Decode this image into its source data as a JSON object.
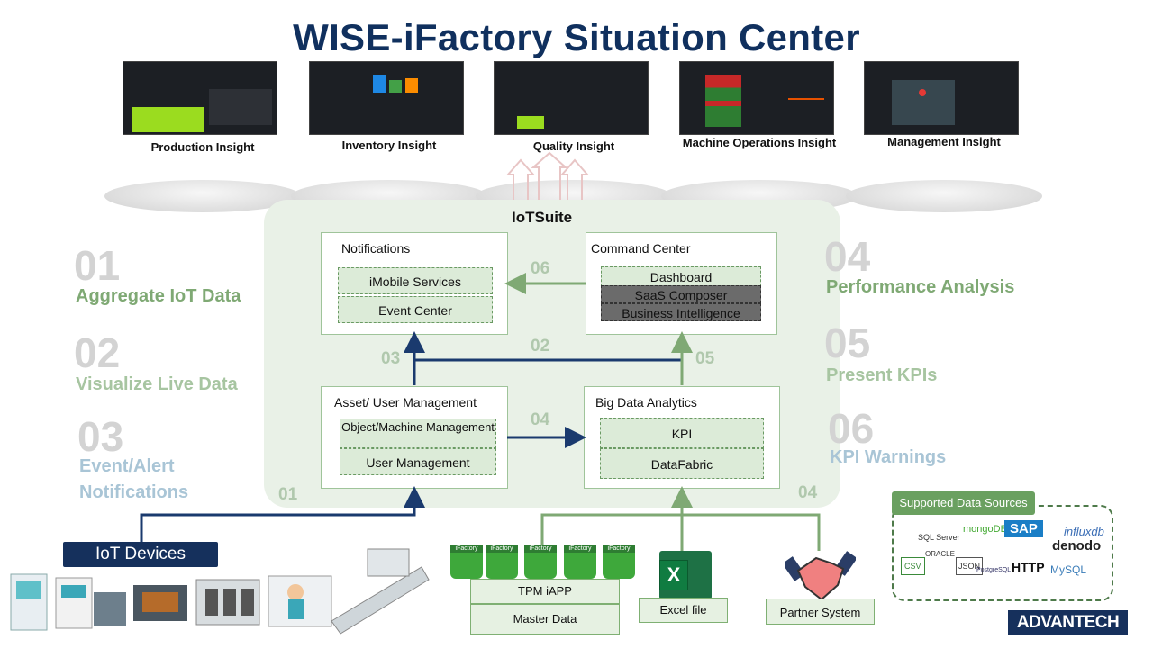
{
  "title": "WISE-iFactory Situation Center",
  "insights": [
    {
      "label": "Production Insight"
    },
    {
      "label": "Inventory Insight"
    },
    {
      "label": "Quality Insight"
    },
    {
      "label": "Machine Operations Insight"
    },
    {
      "label": "Management Insight"
    }
  ],
  "suite": {
    "title": "IoTSuite",
    "notifications": {
      "title": "Notifications",
      "items": [
        "iMobile  Services",
        "Event Center"
      ]
    },
    "command_center": {
      "title": "Command Center",
      "items": [
        "Dashboard",
        "SaaS Composer",
        "Business Intelligence"
      ]
    },
    "asset_mgmt": {
      "title": "Asset/ User Management",
      "items": [
        "Object/Machine Management",
        "User Management"
      ]
    },
    "big_data": {
      "title": "Big Data Analytics",
      "items": [
        "KPI",
        "DataFabric"
      ]
    },
    "flow_numbers": {
      "n06": "06",
      "n02": "02",
      "n03": "03",
      "n05": "05",
      "n04": "04",
      "n01": "01",
      "n04b": "04"
    }
  },
  "left_steps": [
    {
      "num": "01",
      "label": "Aggregate IoT Data"
    },
    {
      "num": "02",
      "label": "Visualize Live Data"
    },
    {
      "num": "03",
      "label": "Event/Alert",
      "label2": "Notifications"
    }
  ],
  "right_steps": [
    {
      "num": "04",
      "label": "Performance Analysis"
    },
    {
      "num": "05",
      "label": "Present KPIs"
    },
    {
      "num": "06",
      "label": "KPI Warnings"
    }
  ],
  "iot_devices": "IoT Devices",
  "tpm": {
    "apps": [
      "iFactory",
      "iFactory",
      "iFactory",
      "iFactory",
      "iFactory"
    ],
    "tpm_label": "TPM iAPP",
    "master_label": "Master Data"
  },
  "excel_label": "Excel file",
  "partner_label": "Partner System",
  "data_sources": {
    "title": "Supported  Data Sources",
    "items": [
      "SQL Server",
      "mongoDB",
      "SAP",
      "influxdb",
      "denodo",
      "CSV",
      "ORACLE",
      "JSON",
      "PostgreSQL",
      "HTTP",
      "MySQL"
    ]
  },
  "brand": "ADVANTECH"
}
